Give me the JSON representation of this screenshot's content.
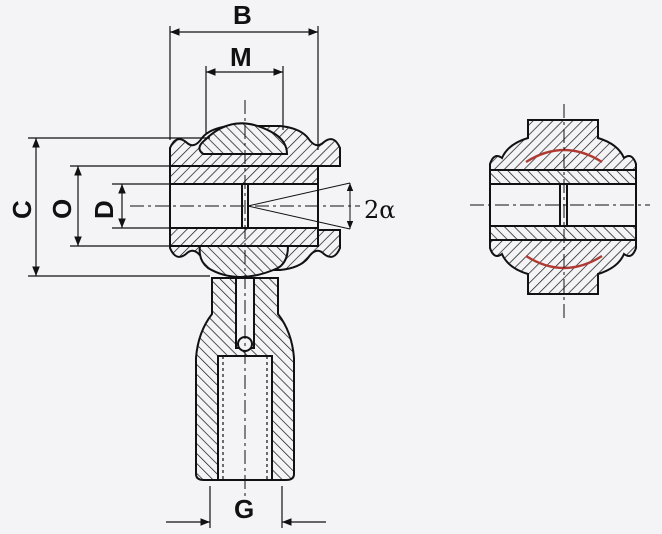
{
  "labels": {
    "B": "B",
    "M": "M",
    "C": "C",
    "O": "O",
    "D": "D",
    "G": "G",
    "angle": "2α"
  },
  "colors": {
    "background": "#f4f4f6",
    "line": "#111111",
    "liner": "#b03a32"
  }
}
